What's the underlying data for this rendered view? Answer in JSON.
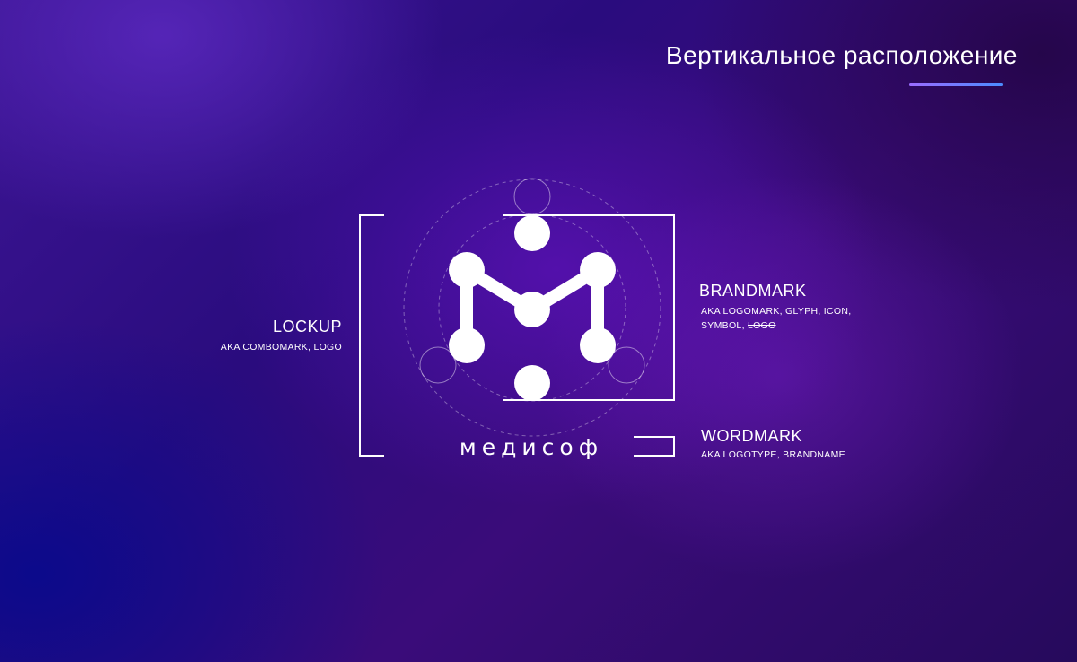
{
  "title": "Вертикальное расположение",
  "wordmark_text": "медисоф",
  "lockup": {
    "heading": "LOCKUP",
    "aka": "AKA COMBOMARK, LOGO"
  },
  "brandmark": {
    "heading": "BRANDMARK",
    "aka_line1": "AKA LOGOMARK, GLYPH, ICON,",
    "aka_line2": "SYMBOL,",
    "aka_struck": "LOGO"
  },
  "wordmark": {
    "heading": "WORDMARK",
    "aka": "AKA LOGOTYPE, BRANDNAME"
  },
  "colors": {
    "accent_gradient_start": "#9b6cff",
    "accent_gradient_end": "#4b8cff",
    "background_main": "#2a0c7e",
    "logo": "#ffffff"
  }
}
